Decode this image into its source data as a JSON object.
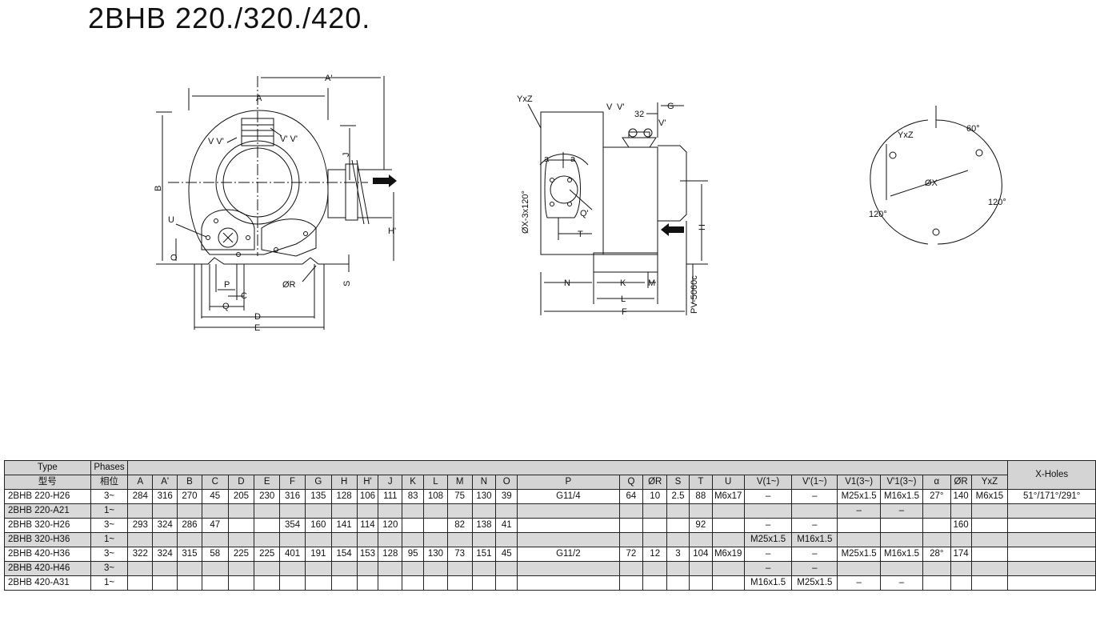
{
  "title": "2BHB 220./320./420.",
  "front_view": {
    "dims": {
      "A": "A",
      "A1": "A'",
      "B": "B",
      "J": "J",
      "H1": "H'",
      "O": "O",
      "S": "S",
      "U": "U",
      "P": "P",
      "C": "C",
      "Q": "Q",
      "D": "D",
      "E": "E",
      "R": "ØR",
      "V_V1": "V V'",
      "V1_V1s": "V' V'"
    }
  },
  "side_view": {
    "labels": {
      "YxZ": "YxZ",
      "V": "V",
      "V1": "V'",
      "V1s": "V'",
      "size32": "32",
      "G": "G",
      "a1": "a",
      "a2": "a",
      "Q": "Q'",
      "T": "T",
      "X": "ØX-3x120°",
      "H": "H",
      "N": "N",
      "K": "K",
      "M": "M",
      "L": "L",
      "F": "F",
      "code": "PV-5060c"
    }
  },
  "holes_view": {
    "labels": {
      "YxZ": "YxZ",
      "X": "ØX",
      "deg60": "60°",
      "deg120a": "120°",
      "deg120b": "120°"
    }
  },
  "table": {
    "header1": {
      "type": "Type",
      "phases": "Phases",
      "xholes": "X-Holes"
    },
    "header2": [
      "型号",
      "相位",
      "A",
      "A'",
      "B",
      "C",
      "D",
      "E",
      "F",
      "G",
      "H",
      "H'",
      "J",
      "K",
      "L",
      "M",
      "N",
      "O",
      "P",
      "Q",
      "ØR",
      "S",
      "T",
      "U",
      "V(1~)",
      "V'(1~)",
      "V1(3~)",
      "V'1(3~)",
      "α",
      "ØR",
      "YxZ"
    ],
    "rows": [
      [
        "2BHB 220-H26",
        "3~",
        "284",
        "316",
        "270",
        "45",
        "205",
        "230",
        "316",
        "135",
        "128",
        "106",
        "111",
        "83",
        "108",
        "75",
        "130",
        "39",
        "G11/4",
        "64",
        "10",
        "2.5",
        "88",
        "M6x17",
        "–",
        "–",
        "M25x1.5",
        "M16x1.5",
        "27°",
        "140",
        "M6x15",
        "51°/171°/291°"
      ],
      [
        "2BHB 220-A21",
        "1~",
        "",
        "",
        "",
        "",
        "",
        "",
        "",
        "",
        "",
        "",
        "",
        "",
        "",
        "",
        "",
        "",
        "",
        "",
        "",
        "",
        "",
        "",
        "",
        "",
        "–",
        "–",
        "",
        "",
        "",
        ""
      ],
      [
        "2BHB 320-H26",
        "3~",
        "293",
        "324",
        "286",
        "47",
        "",
        "",
        "354",
        "160",
        "141",
        "114",
        "120",
        "",
        "",
        "82",
        "138",
        "41",
        "",
        "",
        "",
        "",
        "92",
        "",
        "–",
        "–",
        "",
        "",
        "",
        "160",
        "",
        ""
      ],
      [
        "2BHB 320-H36",
        "1~",
        "",
        "",
        "",
        "",
        "",
        "",
        "",
        "",
        "",
        "",
        "",
        "",
        "",
        "",
        "",
        "",
        "",
        "",
        "",
        "",
        "",
        "",
        "M25x1.5",
        "M16x1.5",
        "",
        "",
        "",
        "",
        "",
        ""
      ],
      [
        "2BHB 420-H36",
        "3~",
        "322",
        "324",
        "315",
        "58",
        "225",
        "225",
        "401",
        "191",
        "154",
        "153",
        "128",
        "95",
        "130",
        "73",
        "151",
        "45",
        "G11/2",
        "72",
        "12",
        "3",
        "104",
        "M6x19",
        "–",
        "–",
        "M25x1.5",
        "M16x1.5",
        "28°",
        "174",
        "",
        ""
      ],
      [
        "2BHB 420-H46",
        "3~",
        "",
        "",
        "",
        "",
        "",
        "",
        "",
        "",
        "",
        "",
        "",
        "",
        "",
        "",
        "",
        "",
        "",
        "",
        "",
        "",
        "",
        "",
        "–",
        "–",
        "",
        "",
        "",
        "",
        "",
        ""
      ],
      [
        "2BHB 420-A31",
        "1~",
        "",
        "",
        "",
        "",
        "",
        "",
        "",
        "",
        "",
        "",
        "",
        "",
        "",
        "",
        "",
        "",
        "",
        "",
        "",
        "",
        "",
        "",
        "M16x1.5",
        "M25x1.5",
        "–",
        "–",
        "",
        "",
        "",
        ""
      ]
    ]
  }
}
